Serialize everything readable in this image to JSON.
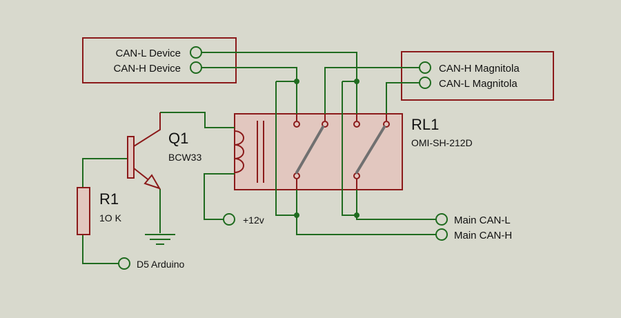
{
  "colors": {
    "background": "#d8d9cd",
    "wire": "#1f6b1f",
    "component": "#8b1a1a",
    "relay_body": "#e2c7bf",
    "switch_arm": "#707070",
    "text": "#111111"
  },
  "labels": {
    "can_l_device": "CAN-L Device",
    "can_h_device": "CAN-H Device",
    "can_h_magnitola": "CAN-H Magnitola",
    "can_l_magnitola": "CAN-L Magnitola",
    "main_can_l": "Main CAN-L",
    "main_can_h": "Main CAN-H",
    "supply": "+12v",
    "arduino_pin": "D5 Arduino"
  },
  "components": {
    "transistor": {
      "ref": "Q1",
      "value": "BCW33"
    },
    "resistor": {
      "ref": "R1",
      "value": "1O K"
    },
    "relay": {
      "ref": "RL1",
      "value": "OMI-SH-212D"
    }
  }
}
